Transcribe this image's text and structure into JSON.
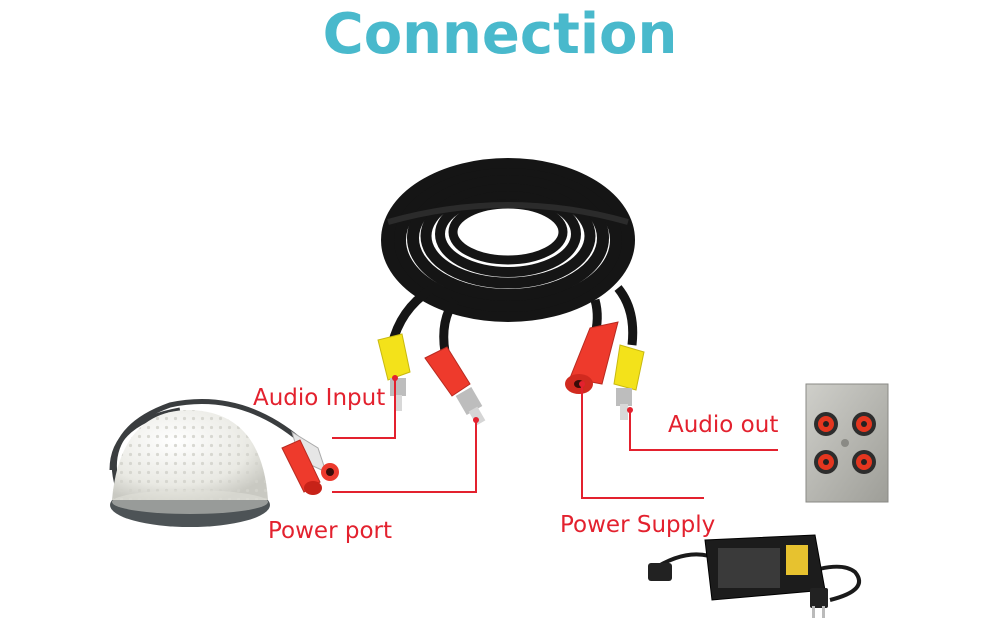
{
  "title": "Connection",
  "labels": {
    "audio_input": "Audio Input",
    "power_port": "Power port",
    "audio_out": "Audio out",
    "power_supply": "Power Supply"
  },
  "colors": {
    "title": "#49b9cc",
    "label": "#e3212e",
    "leader_line": "#e3212e",
    "cable": "#1a1a1a",
    "rca_yellow": "#f3e21a",
    "rca_red": "#ee3a2c",
    "mic_body": "#efefea",
    "panel": "#b5b5b0"
  },
  "icons": {
    "microphone": "dome-microphone-icon",
    "cable": "coiled-cable-icon",
    "panel": "rca-jack-panel-icon",
    "adapter": "power-adapter-icon"
  }
}
